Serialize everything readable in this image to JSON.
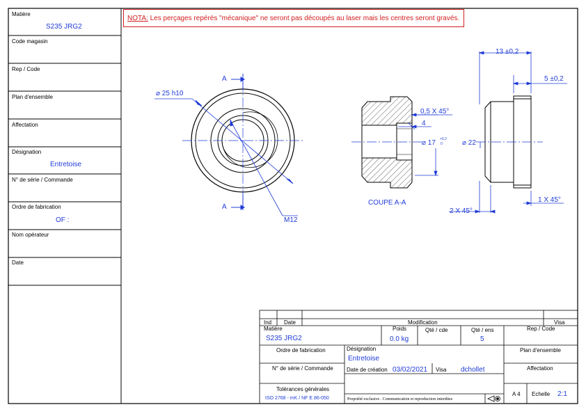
{
  "note": {
    "prefix": "NOTA:",
    "text": " Les perçages repérés \"mécanique\" ne seront pas découpés au laser mais les centres seront gravés."
  },
  "left_panel": {
    "matiere_label": "Matière",
    "matiere_value": "S235 JRG2",
    "code_magasin_label": "Code magasin",
    "rep_code_label": "Rep / Code",
    "plan_ensemble_label": "Plan d'ensemble",
    "affectation_label": "Affectation",
    "designation_label": "Désignation",
    "designation_value": "Entretoise",
    "serie_label": "N° de série / Commande",
    "ordre_label": "Ordre de fabrication",
    "ordre_value": "OF :",
    "operateur_label": "Nom opérateur",
    "date_label": "Date"
  },
  "drawing": {
    "diam_25": "⌀ 25  h10",
    "section_letter": "A",
    "thread": "M12",
    "chamfer_small": "0,5 X 45°",
    "dim_4": "4",
    "diam_17": "⌀ 17",
    "tol_17_upper": "+0,2",
    "tol_17_lower": "0",
    "diam_22": "⌀ 22",
    "section_title": "COUPE A-A",
    "dim_13": "13  ±0,2",
    "dim_5": "5  ±0,2",
    "chamfer_2": "2 X 45°",
    "chamfer_1": "1 X 45°"
  },
  "title_block": {
    "ind": "Ind",
    "date": "Date",
    "modification": "Modification",
    "visa": "Visa",
    "matiere_label": "Matière",
    "matiere_value": "S235 JRG2",
    "poids_label": "Poids",
    "poids_value": "0.0 kg",
    "qte_cde_label": "Qté / cde",
    "qte_ens_label": "Qté / ens",
    "qte_ens_value": "5",
    "rep_code_label": "Rep / Code",
    "ordre_label": "Ordre de fabrication",
    "designation_label": "Désignation",
    "designation_value": "Entretoise",
    "plan_label": "Plan d'ensemble",
    "serie_label": "N° de série / Commande",
    "date_creation_label": "Date de création",
    "date_creation_value": "03/02/2021",
    "visa_label": "Visa",
    "visa_value": "dchollet",
    "affectation_label": "Affectation",
    "tolerances_label": "Tolérances générales",
    "tolerances_value": "ISO 2768 - mK / NF E 86-050",
    "propriete": "Propriété exclusive . Communication et reproduction interdites",
    "format": "A 4",
    "echelle_label": "Echelle",
    "echelle_value": "2:1"
  }
}
